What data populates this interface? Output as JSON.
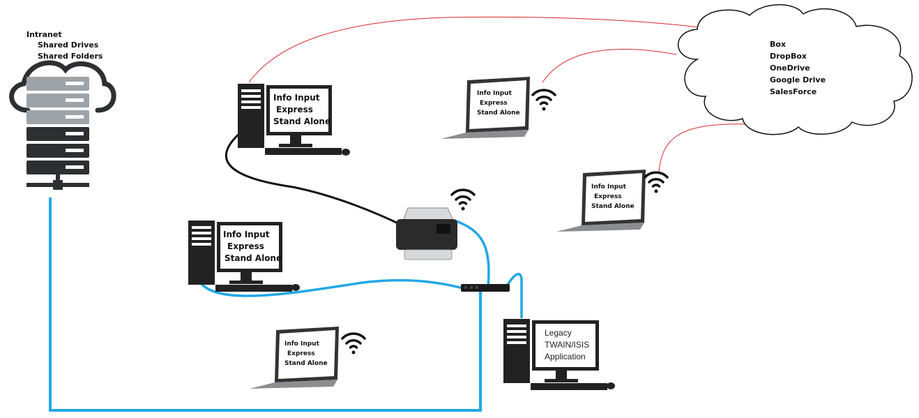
{
  "intranet": {
    "title": "Intranet",
    "items": [
      "Shared Drives",
      "Shared Folders"
    ]
  },
  "cloud": {
    "services": [
      "Box",
      "DropBox",
      "OneDrive",
      "Google Drive",
      "SalesForce"
    ]
  },
  "desktop_top": {
    "lines": [
      "Info Input",
      "Express",
      "Stand Alone"
    ]
  },
  "desktop_mid": {
    "lines": [
      "Info Input",
      "Express",
      "Stand Alone"
    ]
  },
  "laptop_top": {
    "lines": [
      "Info Input",
      "Express",
      "Stand Alone"
    ]
  },
  "laptop_right": {
    "lines": [
      "Info Input",
      "Express",
      "Stand Alone"
    ]
  },
  "laptop_bottom": {
    "lines": [
      "Info Input",
      "Express",
      "Stand Alone"
    ]
  },
  "legacy": {
    "lines": [
      "Legacy",
      "TWAIN/ISIS",
      "Application"
    ]
  },
  "colors": {
    "cloud_link": "#d8262b",
    "usb_cable": "#111111",
    "network_cable": "#22a7e6",
    "server_dark": "#2d2f33",
    "server_light": "#9ea3a8",
    "device_dark": "#222222"
  }
}
